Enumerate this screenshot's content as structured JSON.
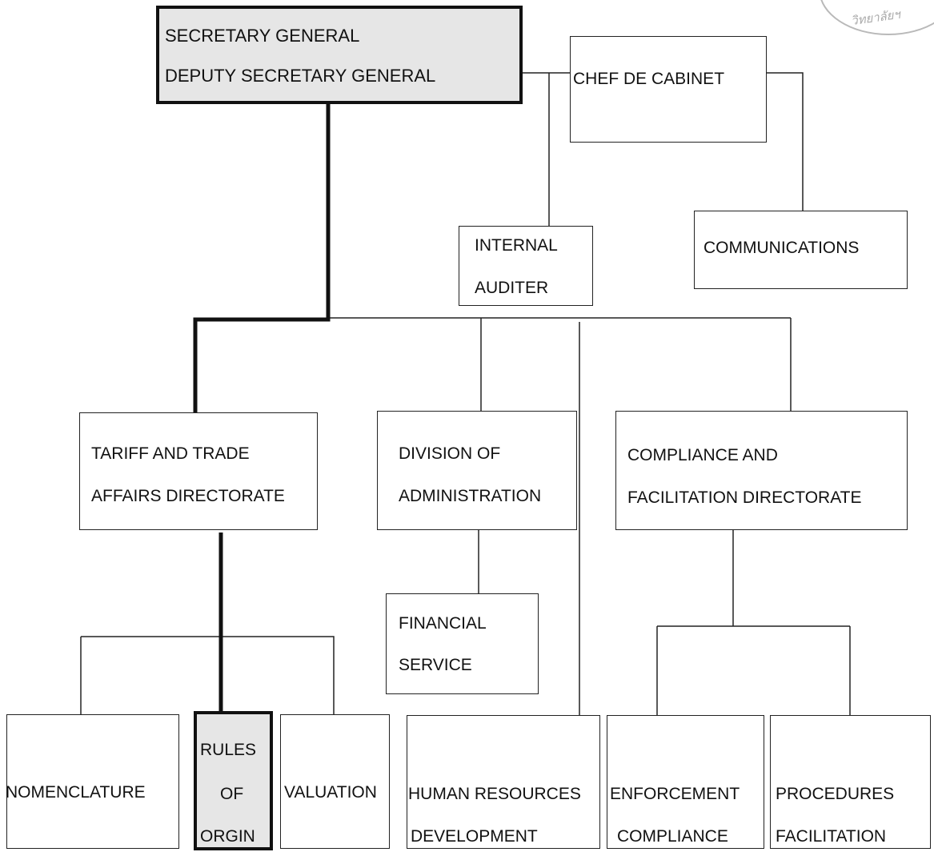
{
  "nodes": {
    "secretary_general": {
      "line1": "SECRETARY GENERAL",
      "line2": "DEPUTY SECRETARY GENERAL"
    },
    "chef_de_cabinet": {
      "line1": "CHEF DE CABINET"
    },
    "internal_auditer": {
      "line1": "INTERNAL",
      "line2": "AUDITER"
    },
    "communications": {
      "line1": "COMMUNICATIONS"
    },
    "tariff_trade": {
      "line1": "TARIFF AND TRADE",
      "line2": "AFFAIRS DIRECTORATE"
    },
    "administration": {
      "line1": "DIVISION OF",
      "line2": "ADMINISTRATION"
    },
    "compliance_facilitation": {
      "line1": "COMPLIANCE AND",
      "line2": "FACILITATION DIRECTORATE"
    },
    "financial_service": {
      "line1": "FINANCIAL",
      "line2": "SERVICE"
    },
    "nomenclature": {
      "line1": "NOMENCLATURE"
    },
    "rules_of_origin": {
      "line1": "RULES",
      "line2": "OF",
      "line3": "ORGIN"
    },
    "valuation": {
      "line1": "VALUATION"
    },
    "human_resources": {
      "line1": "HUMAN RESOURCES",
      "line2": "DEVELOPMENT"
    },
    "enforcement": {
      "line1": "ENFORCEMENT",
      "line2": "COMPLIANCE"
    },
    "procedures": {
      "line1": "PROCEDURES",
      "line2": "FACILITATION"
    }
  },
  "stamp": {
    "text": "วิทยาลัยฯ"
  }
}
